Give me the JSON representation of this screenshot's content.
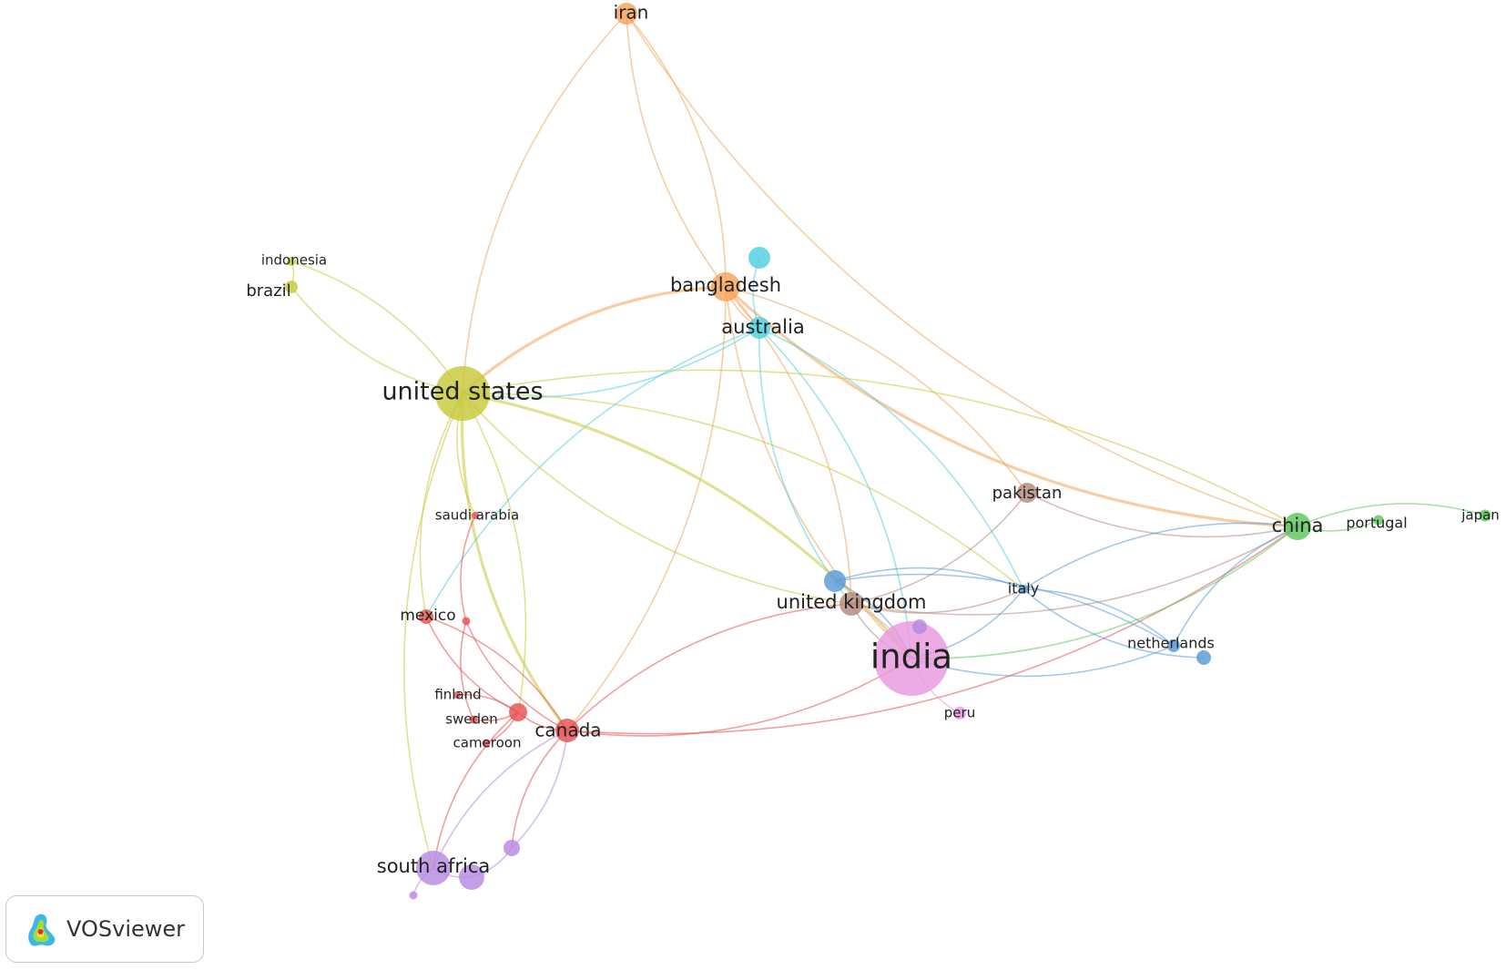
{
  "app": {
    "name": "VOSviewer"
  },
  "colors": {
    "yellow": "#c8c83a",
    "orange": "#f4a45a",
    "cyan": "#4fd0e0",
    "red": "#e65050",
    "green": "#5cc85c",
    "blue": "#5a9ad8",
    "brown": "#b48a7e",
    "pink": "#e898de",
    "purple": "#b48ae2"
  },
  "nodes": [
    {
      "id": "iran",
      "label": "iran",
      "cluster": "orange"
    },
    {
      "id": "bangladesh",
      "label": "bangladesh",
      "cluster": "orange"
    },
    {
      "id": "australia",
      "label": "australia",
      "cluster": "cyan"
    },
    {
      "id": "cyan2",
      "label": "",
      "cluster": "cyan"
    },
    {
      "id": "indonesia",
      "label": "indonesia",
      "cluster": "yellow"
    },
    {
      "id": "brazil",
      "label": "brazil",
      "cluster": "yellow"
    },
    {
      "id": "united_states",
      "label": "united states",
      "cluster": "yellow"
    },
    {
      "id": "saudi_arabia",
      "label": "saudi arabia",
      "cluster": "red"
    },
    {
      "id": "mexico",
      "label": "mexico",
      "cluster": "red"
    },
    {
      "id": "red_small",
      "label": "",
      "cluster": "red"
    },
    {
      "id": "finland",
      "label": "finland",
      "cluster": "red"
    },
    {
      "id": "sweden",
      "label": "sweden",
      "cluster": "red"
    },
    {
      "id": "cameroon",
      "label": "cameroon",
      "cluster": "red"
    },
    {
      "id": "red_mid",
      "label": "",
      "cluster": "red"
    },
    {
      "id": "canada",
      "label": "canada",
      "cluster": "red"
    },
    {
      "id": "pakistan",
      "label": "pakistan",
      "cluster": "brown"
    },
    {
      "id": "united_kingdom",
      "label": "united kingdom",
      "cluster": "brown"
    },
    {
      "id": "blue_uk",
      "label": "",
      "cluster": "blue"
    },
    {
      "id": "italy",
      "label": "italy",
      "cluster": "blue"
    },
    {
      "id": "netherlands",
      "label": "netherlands",
      "cluster": "blue"
    },
    {
      "id": "blue_nl",
      "label": "",
      "cluster": "blue"
    },
    {
      "id": "china",
      "label": "china",
      "cluster": "green"
    },
    {
      "id": "portugal",
      "label": "portugal",
      "cluster": "green"
    },
    {
      "id": "japan",
      "label": "japan",
      "cluster": "green"
    },
    {
      "id": "india",
      "label": "india",
      "cluster": "pink"
    },
    {
      "id": "peru",
      "label": "peru",
      "cluster": "pink"
    },
    {
      "id": "purple_india",
      "label": "",
      "cluster": "purple"
    },
    {
      "id": "south_africa",
      "label": "south africa",
      "cluster": "purple"
    },
    {
      "id": "purple2",
      "label": "",
      "cluster": "purple"
    },
    {
      "id": "purple3",
      "label": "",
      "cluster": "purple"
    },
    {
      "id": "purple4",
      "label": "",
      "cluster": "purple"
    }
  ],
  "edges": [
    [
      "iran",
      "bangladesh"
    ],
    [
      "iran",
      "united_states"
    ],
    [
      "iran",
      "australia"
    ],
    [
      "iran",
      "china"
    ],
    [
      "bangladesh",
      "united_states"
    ],
    [
      "bangladesh",
      "australia"
    ],
    [
      "bangladesh",
      "china"
    ],
    [
      "bangladesh",
      "pakistan"
    ],
    [
      "bangladesh",
      "india"
    ],
    [
      "bangladesh",
      "canada"
    ],
    [
      "bangladesh",
      "united_kingdom"
    ],
    [
      "australia",
      "united_states"
    ],
    [
      "australia",
      "united_kingdom"
    ],
    [
      "australia",
      "india"
    ],
    [
      "australia",
      "italy"
    ],
    [
      "australia",
      "mexico"
    ],
    [
      "australia",
      "cyan2"
    ],
    [
      "indonesia",
      "united_states"
    ],
    [
      "brazil",
      "united_states"
    ],
    [
      "brazil",
      "indonesia"
    ],
    [
      "united_states",
      "china"
    ],
    [
      "united_states",
      "india"
    ],
    [
      "united_states",
      "united_kingdom"
    ],
    [
      "united_states",
      "canada"
    ],
    [
      "united_states",
      "mexico"
    ],
    [
      "united_states",
      "south_africa"
    ],
    [
      "united_states",
      "red_mid"
    ],
    [
      "united_states",
      "saudi_arabia"
    ],
    [
      "united_states",
      "italy"
    ],
    [
      "saudi_arabia",
      "red_small"
    ],
    [
      "mexico",
      "canada"
    ],
    [
      "mexico",
      "red_mid"
    ],
    [
      "red_small",
      "canada"
    ],
    [
      "red_small",
      "sweden"
    ],
    [
      "finland",
      "red_mid"
    ],
    [
      "sweden",
      "red_mid"
    ],
    [
      "cameroon",
      "red_mid"
    ],
    [
      "red_mid",
      "canada"
    ],
    [
      "red_mid",
      "south_africa"
    ],
    [
      "canada",
      "india"
    ],
    [
      "canada",
      "china"
    ],
    [
      "canada",
      "united_kingdom"
    ],
    [
      "canada",
      "purple3"
    ],
    [
      "pakistan",
      "united_kingdom"
    ],
    [
      "pakistan",
      "china"
    ],
    [
      "united_kingdom",
      "india"
    ],
    [
      "united_kingdom",
      "italy"
    ],
    [
      "united_kingdom",
      "china"
    ],
    [
      "blue_uk",
      "italy"
    ],
    [
      "blue_uk",
      "netherlands"
    ],
    [
      "blue_uk",
      "india"
    ],
    [
      "italy",
      "india"
    ],
    [
      "italy",
      "netherlands"
    ],
    [
      "italy",
      "china"
    ],
    [
      "netherlands",
      "china"
    ],
    [
      "netherlands",
      "india"
    ],
    [
      "blue_nl",
      "italy"
    ],
    [
      "china",
      "portugal"
    ],
    [
      "china",
      "japan"
    ],
    [
      "china",
      "india"
    ],
    [
      "india",
      "peru"
    ],
    [
      "india",
      "purple_india"
    ],
    [
      "india",
      "united_kingdom"
    ],
    [
      "south_africa",
      "purple2"
    ],
    [
      "south_africa",
      "purple4"
    ],
    [
      "south_africa",
      "canada"
    ],
    [
      "purple3",
      "purple2"
    ],
    [
      "purple3",
      "canada"
    ]
  ],
  "thick_edges": [
    [
      "united_states",
      "bangladesh"
    ],
    [
      "bangladesh",
      "china"
    ],
    [
      "united_states",
      "india"
    ],
    [
      "united_states",
      "canada"
    ]
  ]
}
